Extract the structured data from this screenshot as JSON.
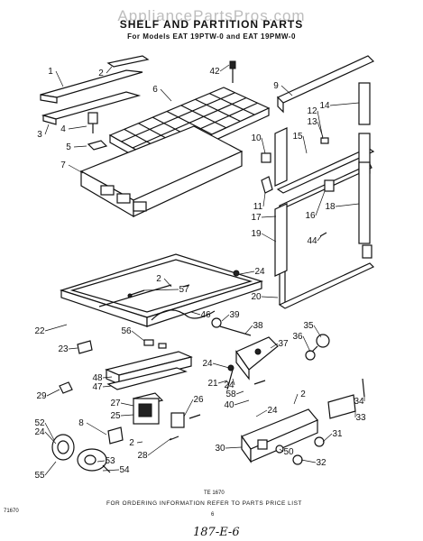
{
  "header": {
    "watermark": "AppliancePartsPros.com",
    "title": "SHELF AND PARTITION PARTS",
    "subtitle": "For Models EAT 19PTW-0 and EAT 19PMW-0"
  },
  "diagram_code": "TE 1670",
  "left_code": "71670",
  "footer": "FOR ORDERING INFORMATION REFER TO PARTS PRICE LIST",
  "page_number": "6",
  "handwritten_note": "187-E-6",
  "callouts": [
    "1",
    "2",
    "3",
    "4",
    "5",
    "6",
    "7",
    "8",
    "9",
    "10",
    "11",
    "12",
    "13",
    "14",
    "15",
    "16",
    "17",
    "18",
    "19",
    "20",
    "21",
    "22",
    "23",
    "24",
    "25",
    "26",
    "27",
    "28",
    "29",
    "30",
    "31",
    "32",
    "33",
    "34",
    "35",
    "36",
    "37",
    "38",
    "39",
    "40",
    "42",
    "44",
    "46",
    "47",
    "48",
    "50",
    "52",
    "53",
    "54",
    "55",
    "56",
    "57",
    "58"
  ]
}
